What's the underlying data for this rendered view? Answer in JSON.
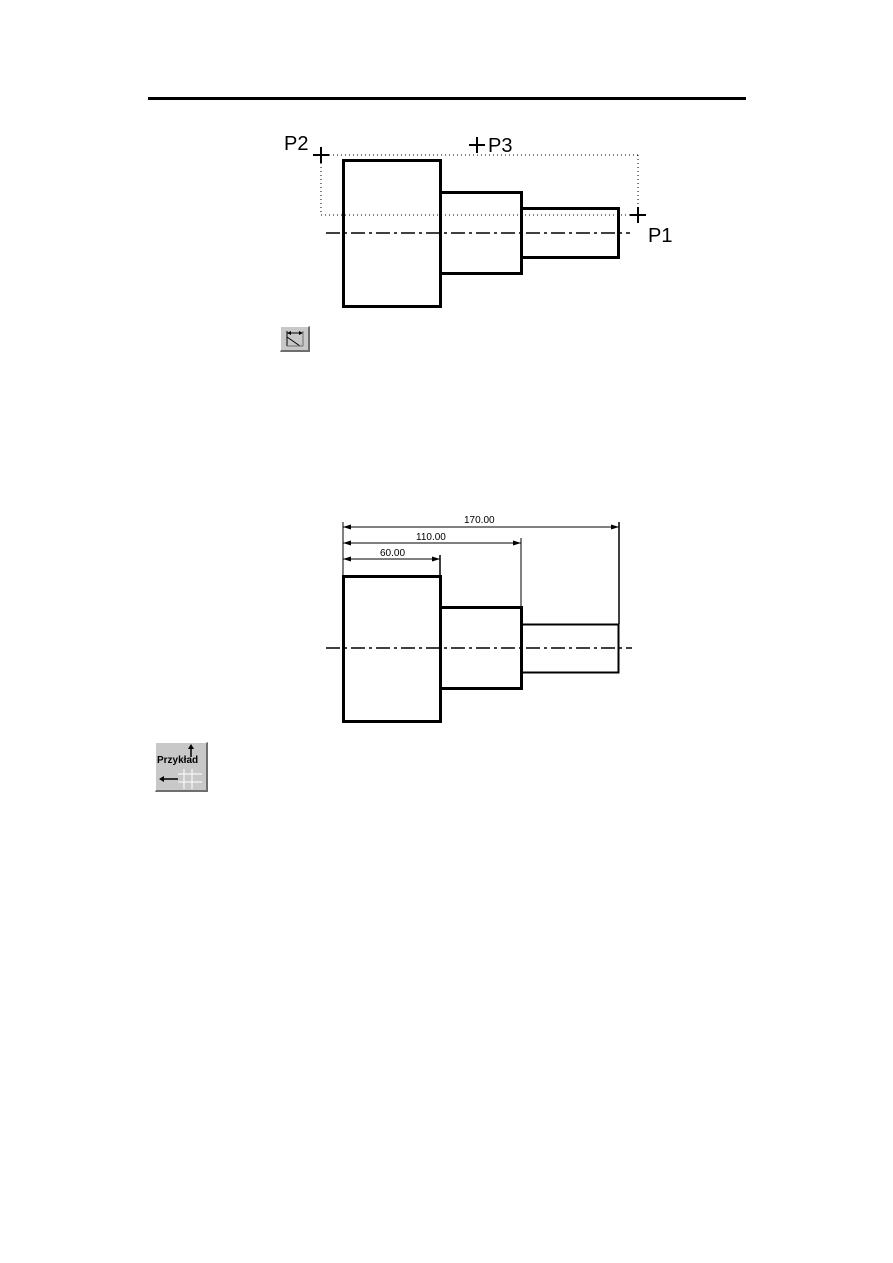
{
  "figure_top": {
    "points": [
      {
        "id": "p2",
        "label": "P2"
      },
      {
        "id": "p3",
        "label": "P3"
      },
      {
        "id": "p1",
        "label": "P1"
      }
    ]
  },
  "figure_bottom": {
    "dimensions": [
      {
        "id": "dim-overall",
        "label": "170.00"
      },
      {
        "id": "dim-middle",
        "label": "110.00"
      },
      {
        "id": "dim-first",
        "label": "60.00"
      }
    ]
  },
  "tool_button": {
    "icon": "dimension-tool-icon"
  },
  "example_button": {
    "label": "Przykład",
    "icon": "coordinate-axes-icon"
  },
  "colors": {
    "line": "#000000",
    "button_face": "#c8c8c8",
    "button_shadow": "#6e6e6e",
    "button_highlight": "#ffffff"
  }
}
